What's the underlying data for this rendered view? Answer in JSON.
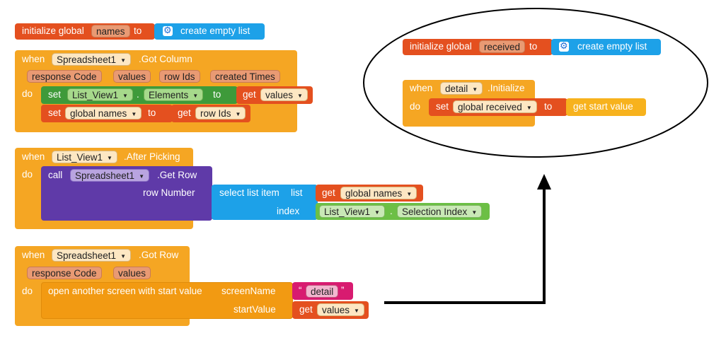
{
  "blocks": {
    "init_names": {
      "initialize_global": "initialize global",
      "name": "names",
      "to": "to",
      "create_empty_list": "create empty list"
    },
    "got_column": {
      "when": "when",
      "component": "Spreadsheet1",
      "event": ".Got Column",
      "params": [
        "response Code",
        "values",
        "row Ids",
        "created Times"
      ],
      "do": "do",
      "set1": {
        "set": "set",
        "component": "List_View1",
        "dot": ".",
        "property": "Elements",
        "to": "to",
        "get": "get",
        "var": "values"
      },
      "set2": {
        "set": "set",
        "var": "global names",
        "to": "to",
        "get": "get",
        "getvar": "row Ids"
      }
    },
    "after_picking": {
      "when": "when",
      "component": "List_View1",
      "event": ".After Picking",
      "do": "do",
      "call": "call",
      "call_component": "Spreadsheet1",
      "call_method": ".Get Row",
      "row_number": "row Number",
      "select_list_item": "select list item",
      "list": "list",
      "get": "get",
      "getvar": "global names",
      "index": "index",
      "sel_component": "List_View1",
      "dot": ".",
      "sel_property": "Selection Index"
    },
    "got_row": {
      "when": "when",
      "component": "Spreadsheet1",
      "event": ".Got Row",
      "params": [
        "response Code",
        "values"
      ],
      "do": "do",
      "open_screen": "open another screen with start value",
      "screen_name": "screenName",
      "quote_open": "“",
      "detail": "detail",
      "quote_close": "”",
      "start_value": "startValue",
      "get": "get",
      "getvar": "values"
    },
    "init_received": {
      "initialize_global": "initialize global",
      "name": "received",
      "to": "to",
      "create_empty_list": "create empty list"
    },
    "detail_init": {
      "when": "when",
      "component": "detail",
      "event": ".Initialize",
      "do": "do",
      "set": "set",
      "var": "global received",
      "to": "to",
      "get_start_value": "get start value"
    }
  }
}
